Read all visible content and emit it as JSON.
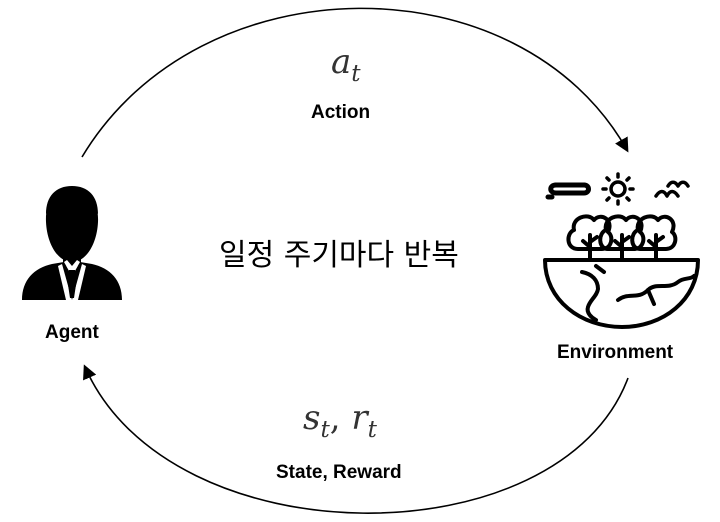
{
  "action": {
    "symbol": "a",
    "subscript": "t",
    "label": "Action"
  },
  "feedback": {
    "symbol_s": "s",
    "subscript_s": "t",
    "separator": ", ",
    "symbol_r": "r",
    "subscript_r": "t",
    "label": "State, Reward"
  },
  "agent": {
    "label": "Agent",
    "icon": "person-icon"
  },
  "environment": {
    "label": "Environment",
    "icon": "environment-icon"
  },
  "center_text": "일정 주기마다 반복",
  "colors": {
    "foreground": "#000000",
    "math": "#333333",
    "background": "#ffffff"
  }
}
